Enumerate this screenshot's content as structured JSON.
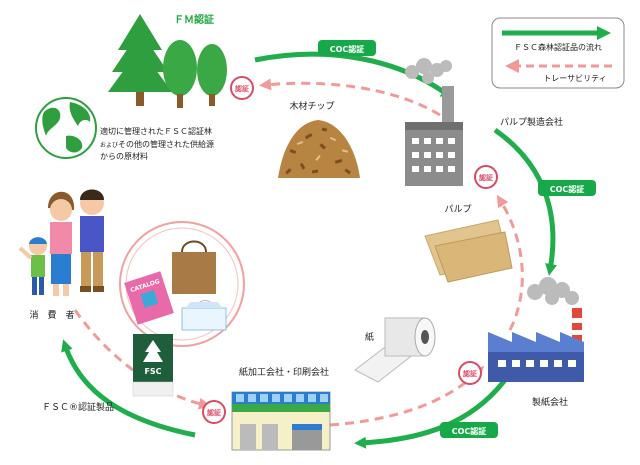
{
  "colors": {
    "fsc_flow": "#1fae4b",
    "traceability": "#f29a9a",
    "certify_badge": "#d94a63",
    "coc_badge": "#17a84a"
  },
  "legend": {
    "fsc_flow": "ＦＳＣ森林認証品の流れ",
    "traceability": "トレーサビリティ"
  },
  "labels": {
    "fm_cert": "ＦＭ認証",
    "wood_chip": "木材チップ",
    "pulp_company": "パルプ製造会社",
    "pulp": "パルプ",
    "paper": "紙",
    "paper_company": "製紙会社",
    "converter_company": "紙加工会社・印刷会社",
    "fsc_product": "ＦＳＣ®認証製品",
    "consumer": "消　費　者",
    "source_line1": "適切に管理されたＦＳＣ認証林",
    "source_line2_prefix": "および",
    "source_line2": "その他の管理された供給源",
    "source_line3": "からの原材料",
    "catalog": "CATALOG",
    "fsc_logo": "FSC"
  },
  "badges": {
    "coc": "COC認証",
    "certify": "認証"
  }
}
